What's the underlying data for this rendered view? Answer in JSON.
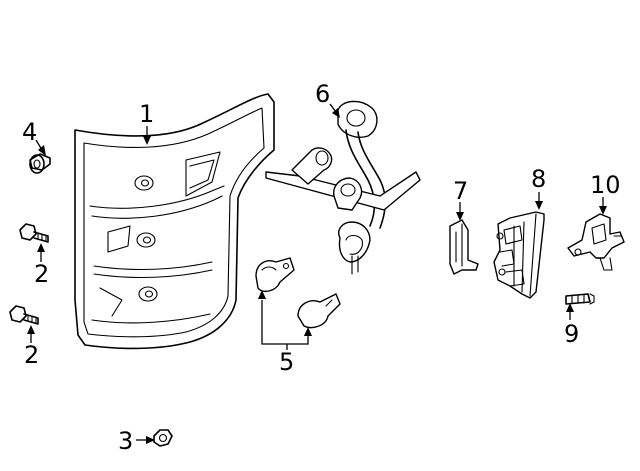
{
  "callouts": {
    "c1": "1",
    "c2a": "2",
    "c2b": "2",
    "c3": "3",
    "c4": "4",
    "c5": "5",
    "c6": "6",
    "c7": "7",
    "c8": "8",
    "c9": "9",
    "c10": "10"
  },
  "colors": {
    "line": "#000000",
    "background": "#ffffff"
  }
}
